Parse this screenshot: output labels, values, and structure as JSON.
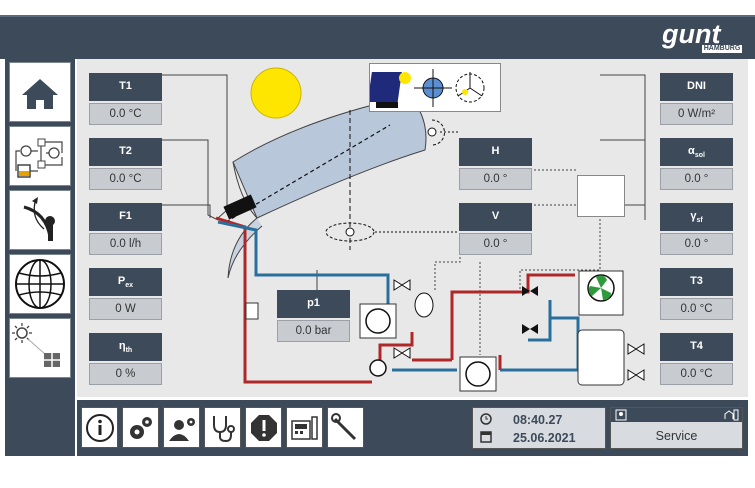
{
  "brand": {
    "word": "gunt",
    "sub": "HAMBURG"
  },
  "sidebar": {
    "items": [
      {
        "name": "home-icon"
      },
      {
        "name": "process-diagram-icon"
      },
      {
        "name": "tracking-icon"
      },
      {
        "name": "globe-icon"
      },
      {
        "name": "sun-window-icon"
      }
    ]
  },
  "left_panels": [
    {
      "label": "T1",
      "value": "0.0 °C"
    },
    {
      "label": "T2",
      "value": "0.0 °C"
    },
    {
      "label": "F1",
      "value": "0.0 l/h"
    },
    {
      "label": "P",
      "sub": "ex",
      "value": "0 W"
    },
    {
      "label": "η",
      "sub": "th",
      "value": "0 %"
    }
  ],
  "right_panels": [
    {
      "label": "DNI",
      "value": "0 W/m²"
    },
    {
      "label": "α",
      "sub": "sol",
      "value": "0.0 °"
    },
    {
      "label": "γ",
      "sub": "sf",
      "value": "0.0 °"
    },
    {
      "label": "T3",
      "value": "0.0 °C"
    },
    {
      "label": "T4",
      "value": "0.0 °C"
    }
  ],
  "center_panels": [
    {
      "label": "H",
      "value": "0.0 °"
    },
    {
      "label": "V",
      "value": "0.0 °"
    },
    {
      "label": "p1",
      "value": "0.0 bar"
    }
  ],
  "datetime": {
    "time": "08:40.27",
    "date": "25.06.2021"
  },
  "user": {
    "mode": "Service"
  },
  "bottom_buttons": [
    "info-icon",
    "settings-icon",
    "user-settings-icon",
    "diagnostics-icon",
    "warning-icon",
    "data-logger-icon",
    "tools-icon"
  ],
  "colors": {
    "dark": "#3c4a5a",
    "hot_line": "#b0272a",
    "cold_line": "#2a6f9b",
    "sun": "#ffe600"
  }
}
